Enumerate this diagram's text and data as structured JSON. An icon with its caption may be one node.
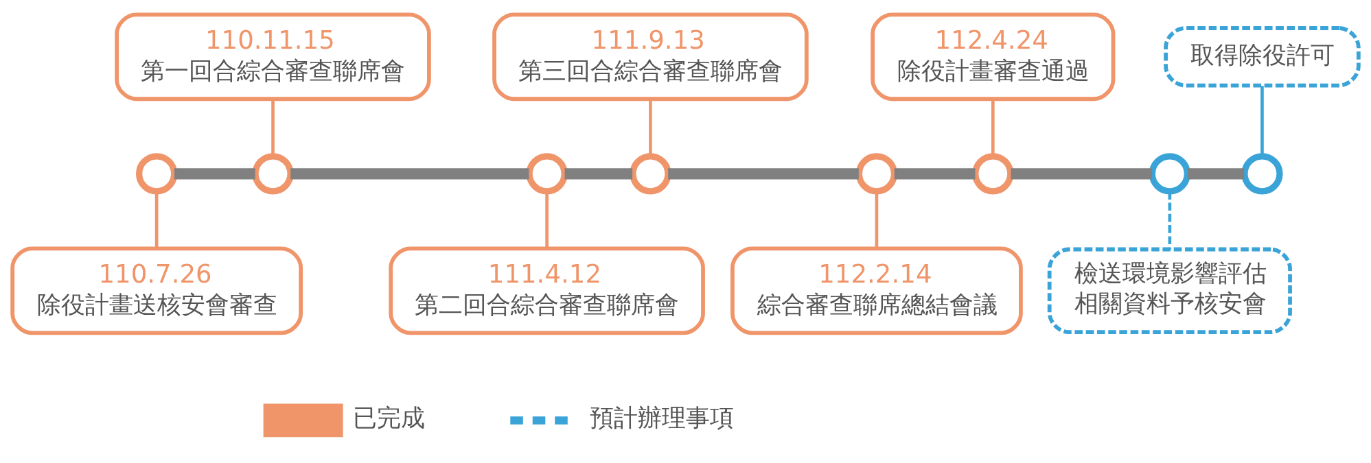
{
  "diagram": {
    "nodes": [
      {
        "text": [],
        "shape": "circle"
      },
      {
        "text": [],
        "shape": "circle"
      },
      {
        "text": [],
        "shape": "circle"
      },
      {
        "text": [],
        "shape": "circle"
      },
      {
        "text": [],
        "shape": "circle"
      },
      {
        "text": [],
        "shape": "circle"
      },
      {
        "text": [],
        "shape": "circle"
      },
      {
        "text": [],
        "shape": "circle"
      },
      {
        "text": [
          "110.7.26",
          "除役計畫送核安會審查"
        ]
      },
      {
        "text": [
          "110.11.15",
          "第一回合綜合審查聯席會"
        ]
      },
      {
        "text": [
          "111.4.12",
          "第二回合綜合審查聯席會"
        ]
      },
      {
        "text": [
          "111.9.13",
          "第三回合綜合審查聯席會"
        ]
      },
      {
        "text": [
          "112.2.14",
          "綜合審查聯席總結會議"
        ]
      },
      {
        "text": [
          "112.4.24",
          "除役計畫審查通過"
        ]
      },
      {
        "text": [
          "檢送環境影響評估相關資料予核安會"
        ]
      },
      {
        "text": [
          "取得除役許可"
        ]
      }
    ],
    "edges": [
      {
        "from": 0,
        "to": 1,
        "arrow": "none",
        "style": "thick"
      },
      {
        "from": 1,
        "to": 2,
        "arrow": "none",
        "style": "thick"
      },
      {
        "from": 2,
        "to": 3,
        "arrow": "none",
        "style": "thick"
      },
      {
        "from": 3,
        "to": 4,
        "arrow": "none",
        "style": "thick"
      },
      {
        "from": 4,
        "to": 5,
        "arrow": "none",
        "style": "thick"
      },
      {
        "from": 5,
        "to": 6,
        "arrow": "none",
        "style": "thick"
      },
      {
        "from": 6,
        "to": 7,
        "arrow": "none",
        "style": "thick"
      },
      {
        "from": 0,
        "to": 8,
        "arrow": "none",
        "color": "#f0956a"
      },
      {
        "from": 9,
        "to": 1,
        "arrow": "none",
        "color": "#f0956a"
      },
      {
        "from": 2,
        "to": 10,
        "arrow": "none",
        "color": "#f0956a"
      },
      {
        "from": 11,
        "to": 3,
        "arrow": "none",
        "color": "#f0956a"
      },
      {
        "from": 4,
        "to": 12,
        "arrow": "none",
        "color": "#f0956a"
      },
      {
        "from": 13,
        "to": 5,
        "arrow": "none",
        "color": "#f0956a"
      },
      {
        "from": 6,
        "to": 14,
        "arrow": "none",
        "style": "dashed",
        "color": "#3aa3d8"
      },
      {
        "from": 15,
        "to": 7,
        "arrow": "none",
        "color": "#3aa3d8"
      }
    ],
    "legend": [
      {
        "text": "已完成"
      },
      {
        "text": "預計辦理事項"
      }
    ]
  }
}
